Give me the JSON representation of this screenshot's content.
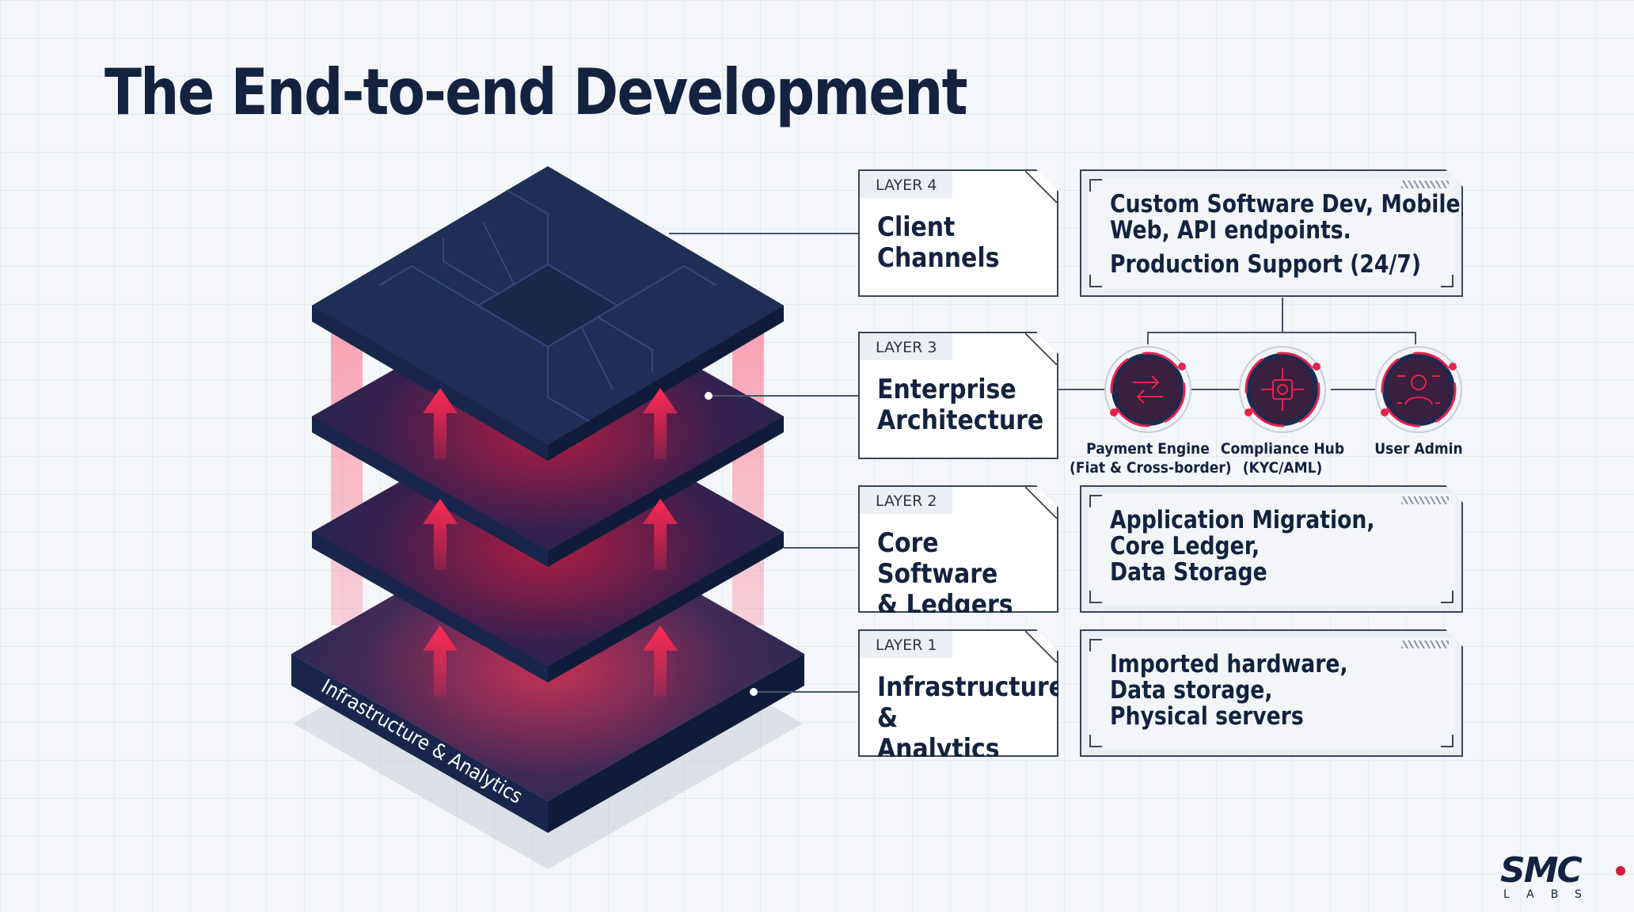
{
  "title": "The End-to-end Development",
  "colors": {
    "navy": "#1b2b4f",
    "navy_dark": "#13223f",
    "accent_red": "#e8224b",
    "glow_pink": "#ff5a78",
    "border": "#3a4558"
  },
  "stack": {
    "base_label": "Infrastructure & Analytics"
  },
  "layers": [
    {
      "tag": "LAYER 4",
      "name": "Client\nChannels",
      "desc": [
        "Custom Software Dev, Mobile,",
        "Web, API endpoints."
      ],
      "desc_extra": "Production Support (24/7)"
    },
    {
      "tag": "LAYER 3",
      "name": "Enterprise\nArchitecture"
    },
    {
      "tag": "LAYER 2",
      "name": "Core Software\n& Ledgers",
      "desc": [
        "Application Migration,",
        "Core Ledger,",
        "Data Storage"
      ]
    },
    {
      "tag": "LAYER 1",
      "name": "Infrastructure\n& Analytics",
      "desc": [
        "Imported hardware,",
        "Data storage,",
        "Physical servers"
      ]
    }
  ],
  "hubs": [
    {
      "icon": "payment-engine-icon",
      "line1": "Payment Engine",
      "line2": "(Fiat & Cross-border)"
    },
    {
      "icon": "compliance-hub-icon",
      "line1": "Compliance Hub",
      "line2": "(KYC/AML)"
    },
    {
      "icon": "user-admin-icon",
      "line1": "User Admin",
      "line2": ""
    }
  ],
  "logo": {
    "main": "SMC",
    "sub": "LABS"
  }
}
